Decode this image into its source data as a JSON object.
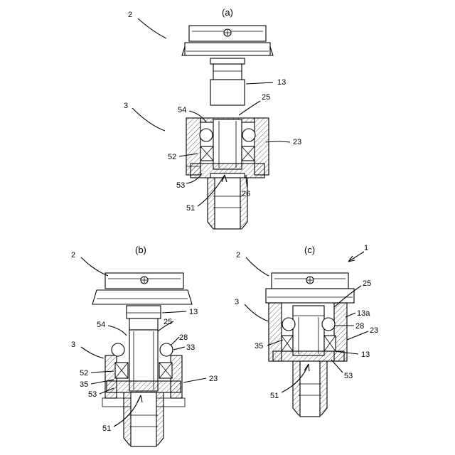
{
  "figures": {
    "a": {
      "caption": "(a)",
      "labels": [
        "2",
        "13",
        "3",
        "25",
        "54",
        "23",
        "52",
        "53",
        "26",
        "51"
      ]
    },
    "b": {
      "caption": "(b)",
      "labels": [
        "2",
        "13",
        "54",
        "25",
        "28",
        "33",
        "3",
        "52",
        "35",
        "53",
        "23",
        "51"
      ]
    },
    "c": {
      "caption": "(c)",
      "labels": [
        "1",
        "2",
        "25",
        "3",
        "13a",
        "28",
        "23",
        "35",
        "13",
        "53",
        "51"
      ]
    }
  },
  "colors": {
    "line": "#000000",
    "background": "#ffffff"
  }
}
